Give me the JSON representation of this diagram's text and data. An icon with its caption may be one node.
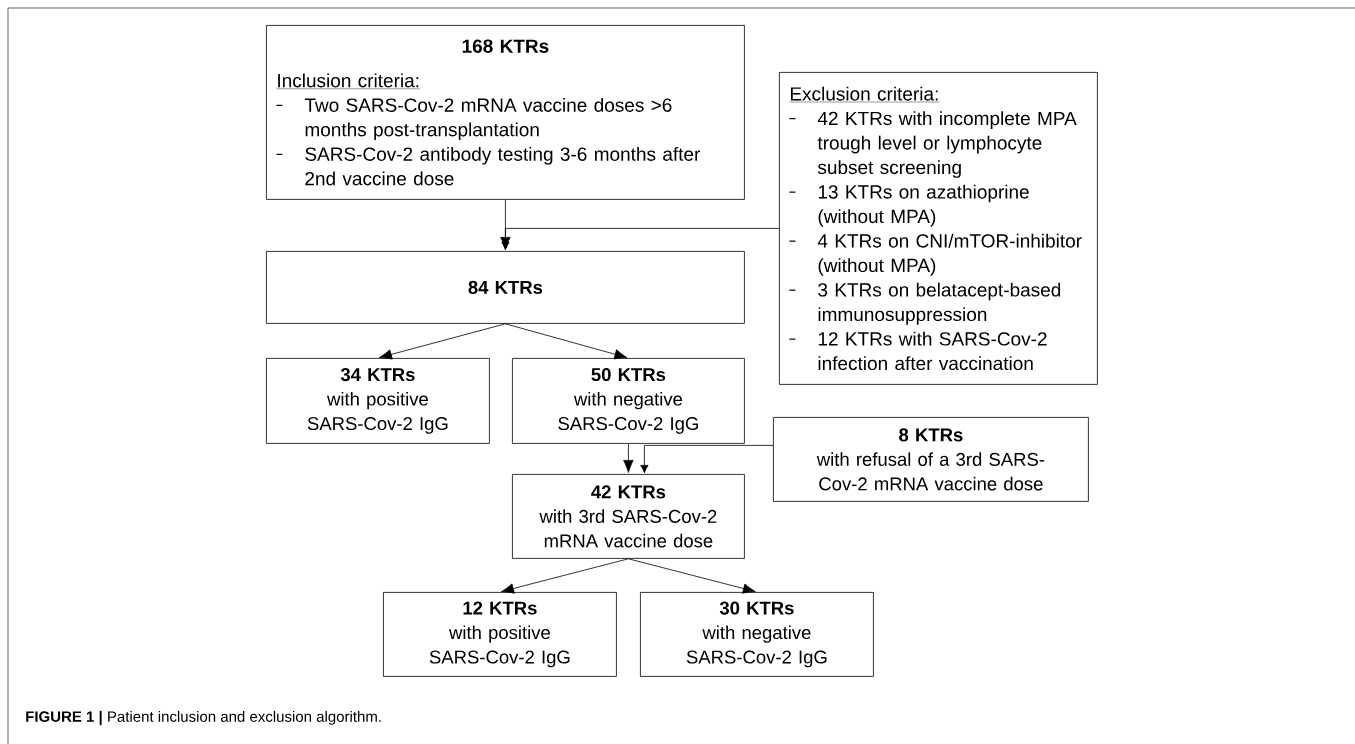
{
  "diagram": {
    "caption": "**FIGURE 1 |** Patient inclusion and exclusion algorithm.",
    "nodes": [
      {
        "text": [
          "168 KTRs",
          "Inclusion criteria:",
          "Two SARS-Cov-2 mRNA vaccine doses >6 months post-transplantation",
          "SARS-Cov-2 antibody testing 3-6 months after 2nd vaccine dose"
        ]
      },
      {
        "text": [
          "Exclusion criteria:",
          "42 KTRs with incomplete MPA trough level or lymphocyte subset screening",
          "13 KTRs on azathioprine (without MPA)",
          "4 KTRs on CNI/mTOR-inhibitor (without MPA)",
          "3 KTRs on belatacept-based immunosuppression",
          "12 KTRs with SARS-Cov-2 infection after vaccination"
        ]
      },
      {
        "text": [
          "84 KTRs"
        ]
      },
      {
        "text": [
          "34 KTRs",
          "with positive SARS-Cov-2 IgG"
        ]
      },
      {
        "text": [
          "50 KTRs",
          "with negative SARS-Cov-2 IgG"
        ]
      },
      {
        "text": [
          "8 KTRs",
          "with refusal of a 3rd SARS-Cov-2 mRNA vaccine dose"
        ]
      },
      {
        "text": [
          "42 KTRs",
          "with 3rd SARS-Cov-2 mRNA vaccine dose"
        ]
      },
      {
        "text": [
          "12 KTRs",
          "with positive SARS-Cov-2 IgG"
        ]
      },
      {
        "text": [
          "30 KTRs",
          "with negative SARS-Cov-2 IgG"
        ]
      }
    ],
    "edges": [
      {
        "from": 0,
        "to": 2,
        "arrow": "to"
      },
      {
        "from": 1,
        "to": 2,
        "arrow": "to"
      },
      {
        "from": 2,
        "to": 3,
        "arrow": "to"
      },
      {
        "from": 2,
        "to": 4,
        "arrow": "to"
      },
      {
        "from": 4,
        "to": 6,
        "arrow": "to"
      },
      {
        "from": 5,
        "to": 6,
        "arrow": "to"
      },
      {
        "from": 6,
        "to": 7,
        "arrow": "to"
      },
      {
        "from": 6,
        "to": 8,
        "arrow": "to"
      }
    ]
  }
}
